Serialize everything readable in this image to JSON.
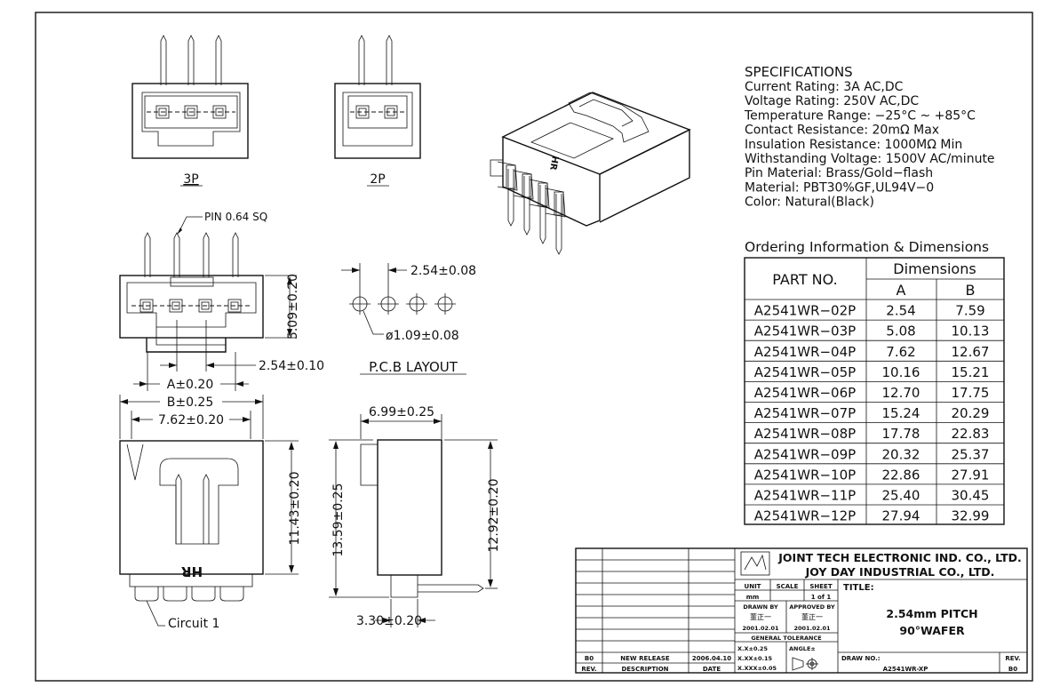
{
  "views": {
    "top_3p_label": "3P",
    "top_2p_label": "2P",
    "pin_note": "PIN 0.64 SQ",
    "dim_509": "5.09±0.20",
    "dim_254_side": "2.54±0.10",
    "dim_a": "A±0.20",
    "dim_b": "B±0.25",
    "dim_762": "7.62±0.20",
    "pcb_pitch": "2.54±0.08",
    "pcb_hole": "ø1.09±0.08",
    "pcb_label": "P.C.B LAYOUT",
    "dim_1143": "11.43±0.20",
    "dim_1359": "13.59±0.25",
    "dim_1292": "12.92±0.20",
    "dim_699": "6.99±0.25",
    "dim_330": "3.30±0.20",
    "circuit_label": "Circuit 1",
    "hr_mark": "HR"
  },
  "specs": {
    "heading": "SPECIFICATIONS",
    "lines": [
      "Current Rating: 3A AC,DC",
      "Voltage Rating: 250V AC,DC",
      "Temperature Range: −25°C ~ +85°C",
      "Contact Resistance: 20mΩ Max",
      "Insulation Resistance: 1000MΩ Min",
      "Withstanding Voltage: 1500V AC/minute",
      "Pin Material: Brass/Gold−flash",
      "Material: PBT30%GF,UL94V−0",
      "Color: Natural(Black)"
    ]
  },
  "ordering": {
    "heading": "Ordering Information & Dimensions",
    "col_part": "PART NO.",
    "col_dims": "Dimensions",
    "col_a": "A",
    "col_b": "B",
    "rows": [
      {
        "part": "A2541WR−02P",
        "a": "2.54",
        "b": "7.59"
      },
      {
        "part": "A2541WR−03P",
        "a": "5.08",
        "b": "10.13"
      },
      {
        "part": "A2541WR−04P",
        "a": "7.62",
        "b": "12.67"
      },
      {
        "part": "A2541WR−05P",
        "a": "10.16",
        "b": "15.21"
      },
      {
        "part": "A2541WR−06P",
        "a": "12.70",
        "b": "17.75"
      },
      {
        "part": "A2541WR−07P",
        "a": "15.24",
        "b": "20.29"
      },
      {
        "part": "A2541WR−08P",
        "a": "17.78",
        "b": "22.83"
      },
      {
        "part": "A2541WR−09P",
        "a": "20.32",
        "b": "25.37"
      },
      {
        "part": "A2541WR−10P",
        "a": "22.86",
        "b": "27.91"
      },
      {
        "part": "A2541WR−11P",
        "a": "25.40",
        "b": "30.45"
      },
      {
        "part": "A2541WR−12P",
        "a": "27.94",
        "b": "32.99"
      }
    ]
  },
  "titleblock": {
    "company1": "JOINT TECH ELECTRONIC IND. CO., LTD.",
    "company2": "JOY DAY INDUSTRIAL CO., LTD.",
    "unit_label": "UNIT",
    "unit_value": "mm",
    "scale_label": "SCALE",
    "sheet_label": "SHEET",
    "sheet_value": "1 of 1",
    "title_label": "TITLE:",
    "title_line1": "2.54mm PITCH",
    "title_line2": "90°WAFER",
    "drawn_label": "DRAWN BY",
    "drawn_name": "董正一",
    "drawn_date": "2001.02.01",
    "approved_label": "APPROVED BY",
    "approved_name": "董正一",
    "approved_date": "2001.02.01",
    "tol_label": "GENERAL TOLERANCE",
    "tol1": "X.X±0.25",
    "tol2": "X.XX±0.15",
    "tol3": "X.XXX±0.05",
    "angle_label": "ANGLE±",
    "drawno_label": "DRAW NO.:",
    "drawno_value": "A2541WR-XP",
    "rev_label": "REV.",
    "rev_value": "B0",
    "rev_row_rev": "B0",
    "rev_row_desc": "NEW RELEASE",
    "rev_row_date": "2006.04.10",
    "hdr_rev": "REV.",
    "hdr_desc": "DESCRIPTION",
    "hdr_date": "DATE"
  }
}
